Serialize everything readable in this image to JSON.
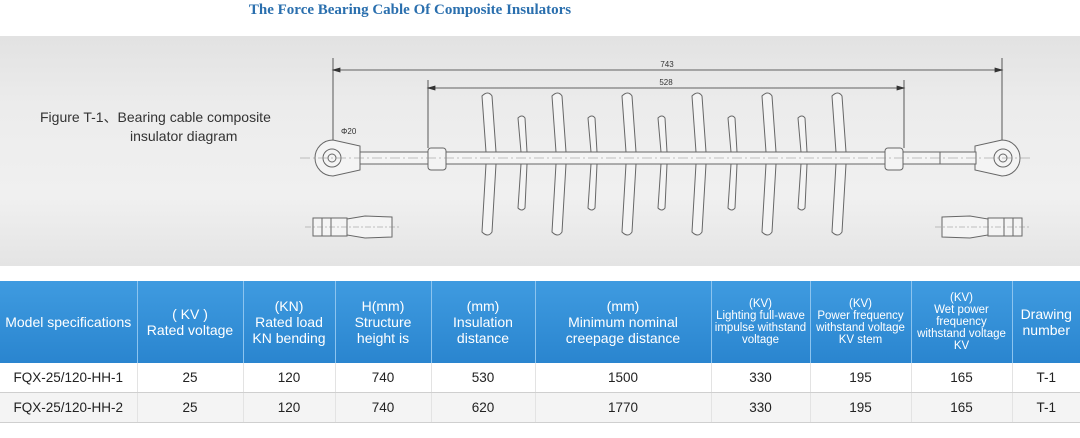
{
  "title": "The Force Bearing Cable Of Composite Insulators",
  "figure": {
    "caption_line1": "Figure T-1、Bearing cable composite",
    "caption_line2": "insulator diagram",
    "dim_total": "743",
    "dim_insulation": "528",
    "dim_diameter": "Φ20"
  },
  "table": {
    "headers": [
      {
        "unit": "",
        "label": "Model specifications",
        "size": "md"
      },
      {
        "unit": "( KV )",
        "label": "Rated voltage",
        "size": "md"
      },
      {
        "unit": "(KN)",
        "label": "Rated load KN bending",
        "size": "md"
      },
      {
        "unit": "H(mm)",
        "label": "Structure height is",
        "size": "md"
      },
      {
        "unit": "(mm)",
        "label": "Insulation distance",
        "size": "md"
      },
      {
        "unit": "(mm)",
        "label": "Minimum nominal creepage distance",
        "size": "md"
      },
      {
        "unit": "(KV)",
        "label": "Lighting full-wave impulse withstand voltage",
        "size": "sm"
      },
      {
        "unit": "(KV)",
        "label": "Power frequency withstand voltage KV stem",
        "size": "sm"
      },
      {
        "unit": "(KV)",
        "label": "Wet power frequency withstand voltage KV",
        "size": "sm"
      },
      {
        "unit": "",
        "label": "Drawing number",
        "size": "md"
      }
    ],
    "rows": [
      [
        "FQX-25/120-HH-1",
        "25",
        "120",
        "740",
        "530",
        "1500",
        "330",
        "195",
        "165",
        "T-1"
      ],
      [
        "FQX-25/120-HH-2",
        "25",
        "120",
        "740",
        "620",
        "1770",
        "330",
        "195",
        "165",
        "T-1"
      ]
    ]
  }
}
